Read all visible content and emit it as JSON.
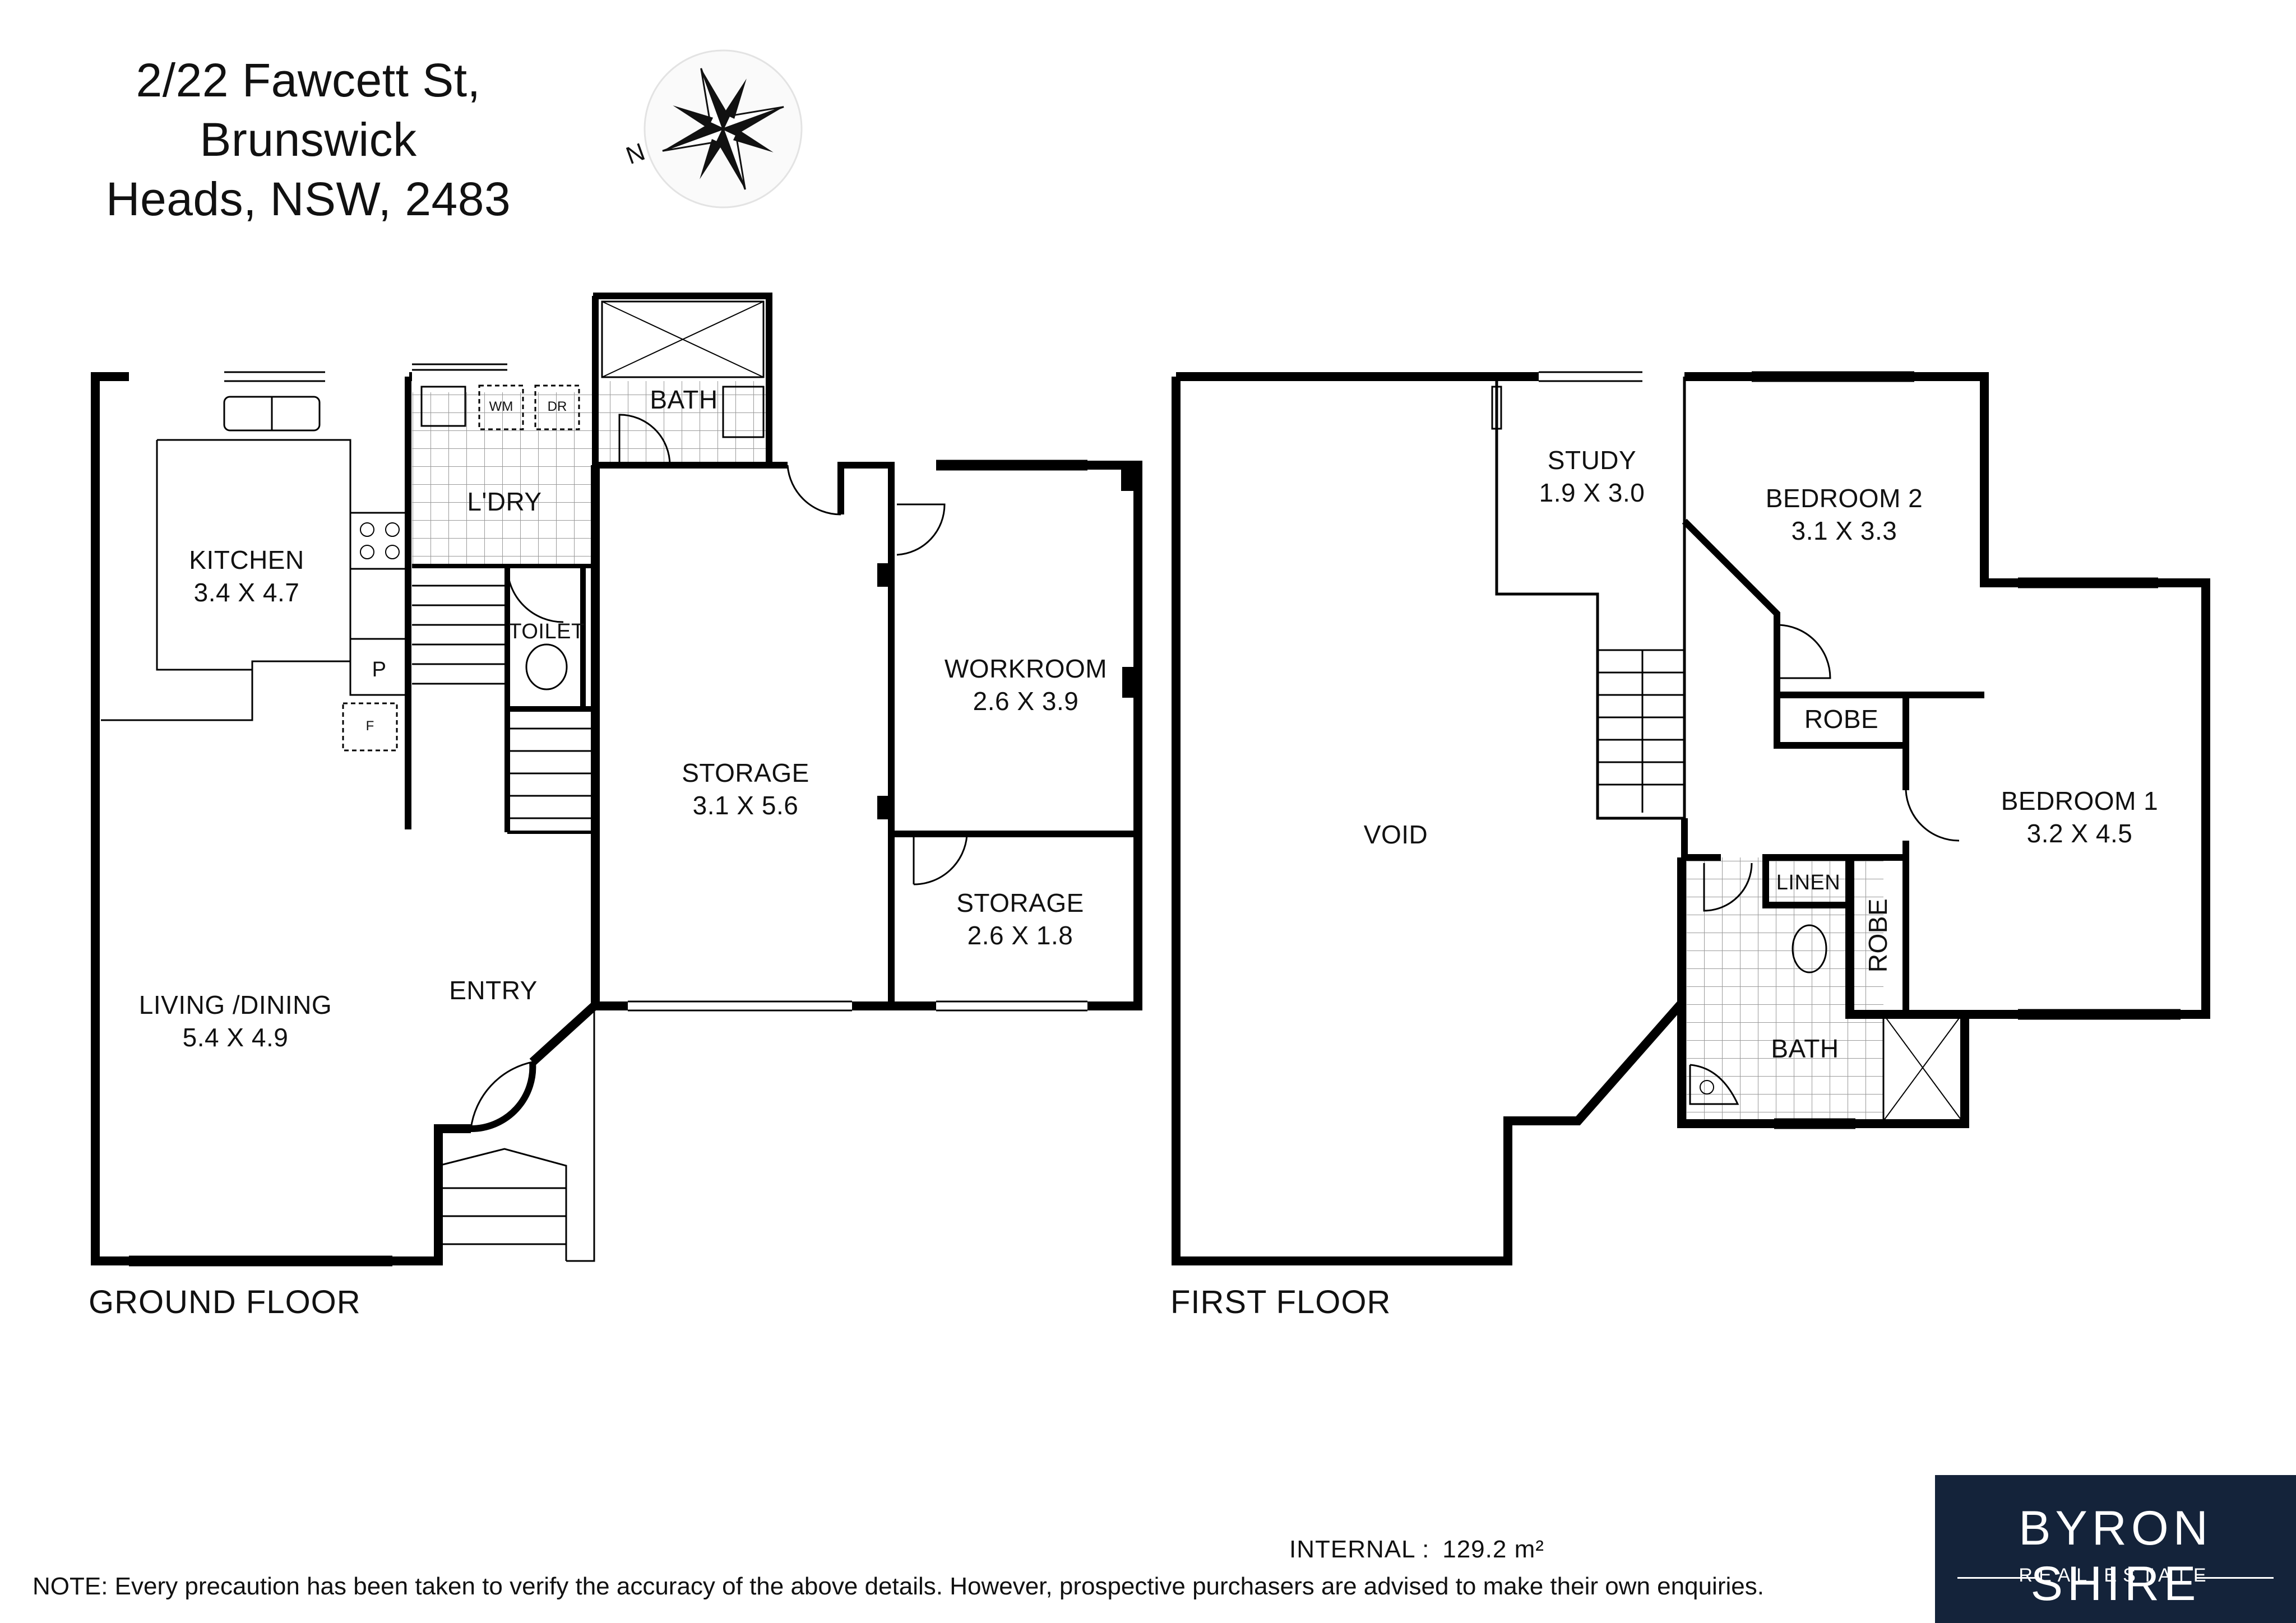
{
  "address": {
    "line1": "2/22 Fawcett St, Brunswick",
    "line2": "Heads, NSW, 2483"
  },
  "compass": {
    "north_label": "N"
  },
  "ground_floor": {
    "title": "GROUND FLOOR",
    "rooms": {
      "kitchen": {
        "name": "KITCHEN",
        "size": "3.4 X 4.7"
      },
      "laundry": {
        "name": "L'DRY"
      },
      "bath": {
        "name": "BATH"
      },
      "toilet": {
        "name": "TOILET"
      },
      "storage_main": {
        "name": "STORAGE",
        "size": "3.1 X 5.6"
      },
      "workroom": {
        "name": "WORKROOM",
        "size": "2.6 X 3.9"
      },
      "storage_small": {
        "name": "STORAGE",
        "size": "2.6 X 1.8"
      },
      "living": {
        "name": "LIVING /DINING",
        "size": "5.4 X 4.9"
      },
      "entry": {
        "name": "ENTRY"
      }
    },
    "fixtures": {
      "washing_machine": "WM",
      "dryer": "DR",
      "pantry": "P",
      "fridge": "F"
    }
  },
  "first_floor": {
    "title": "FIRST FLOOR",
    "rooms": {
      "void": {
        "name": "VOID"
      },
      "study": {
        "name": "STUDY",
        "size": "1.9 X 3.0"
      },
      "bedroom2": {
        "name": "BEDROOM 2",
        "size": "3.1 X 3.3"
      },
      "bedroom1": {
        "name": "BEDROOM 1",
        "size": "3.2 X 4.5"
      },
      "robe_b2": {
        "name": "ROBE"
      },
      "robe_b1": {
        "name": "ROBE"
      },
      "linen": {
        "name": "LINEN"
      },
      "bath": {
        "name": "BATH"
      }
    }
  },
  "area": {
    "label": "INTERNAL :",
    "value": "129.2 m²"
  },
  "note": "NOTE: Every precaution has been taken to verify the accuracy of the above details. However, prospective purchasers are advised to make their own enquiries.",
  "brand": {
    "name": "BYRON SHIRE",
    "tagline": "REAL ESTATE"
  },
  "colors": {
    "wall": "#000000",
    "brand_background": "#14233a",
    "brand_text": "#ffffff",
    "tile_grid": "#9a9a9a"
  }
}
